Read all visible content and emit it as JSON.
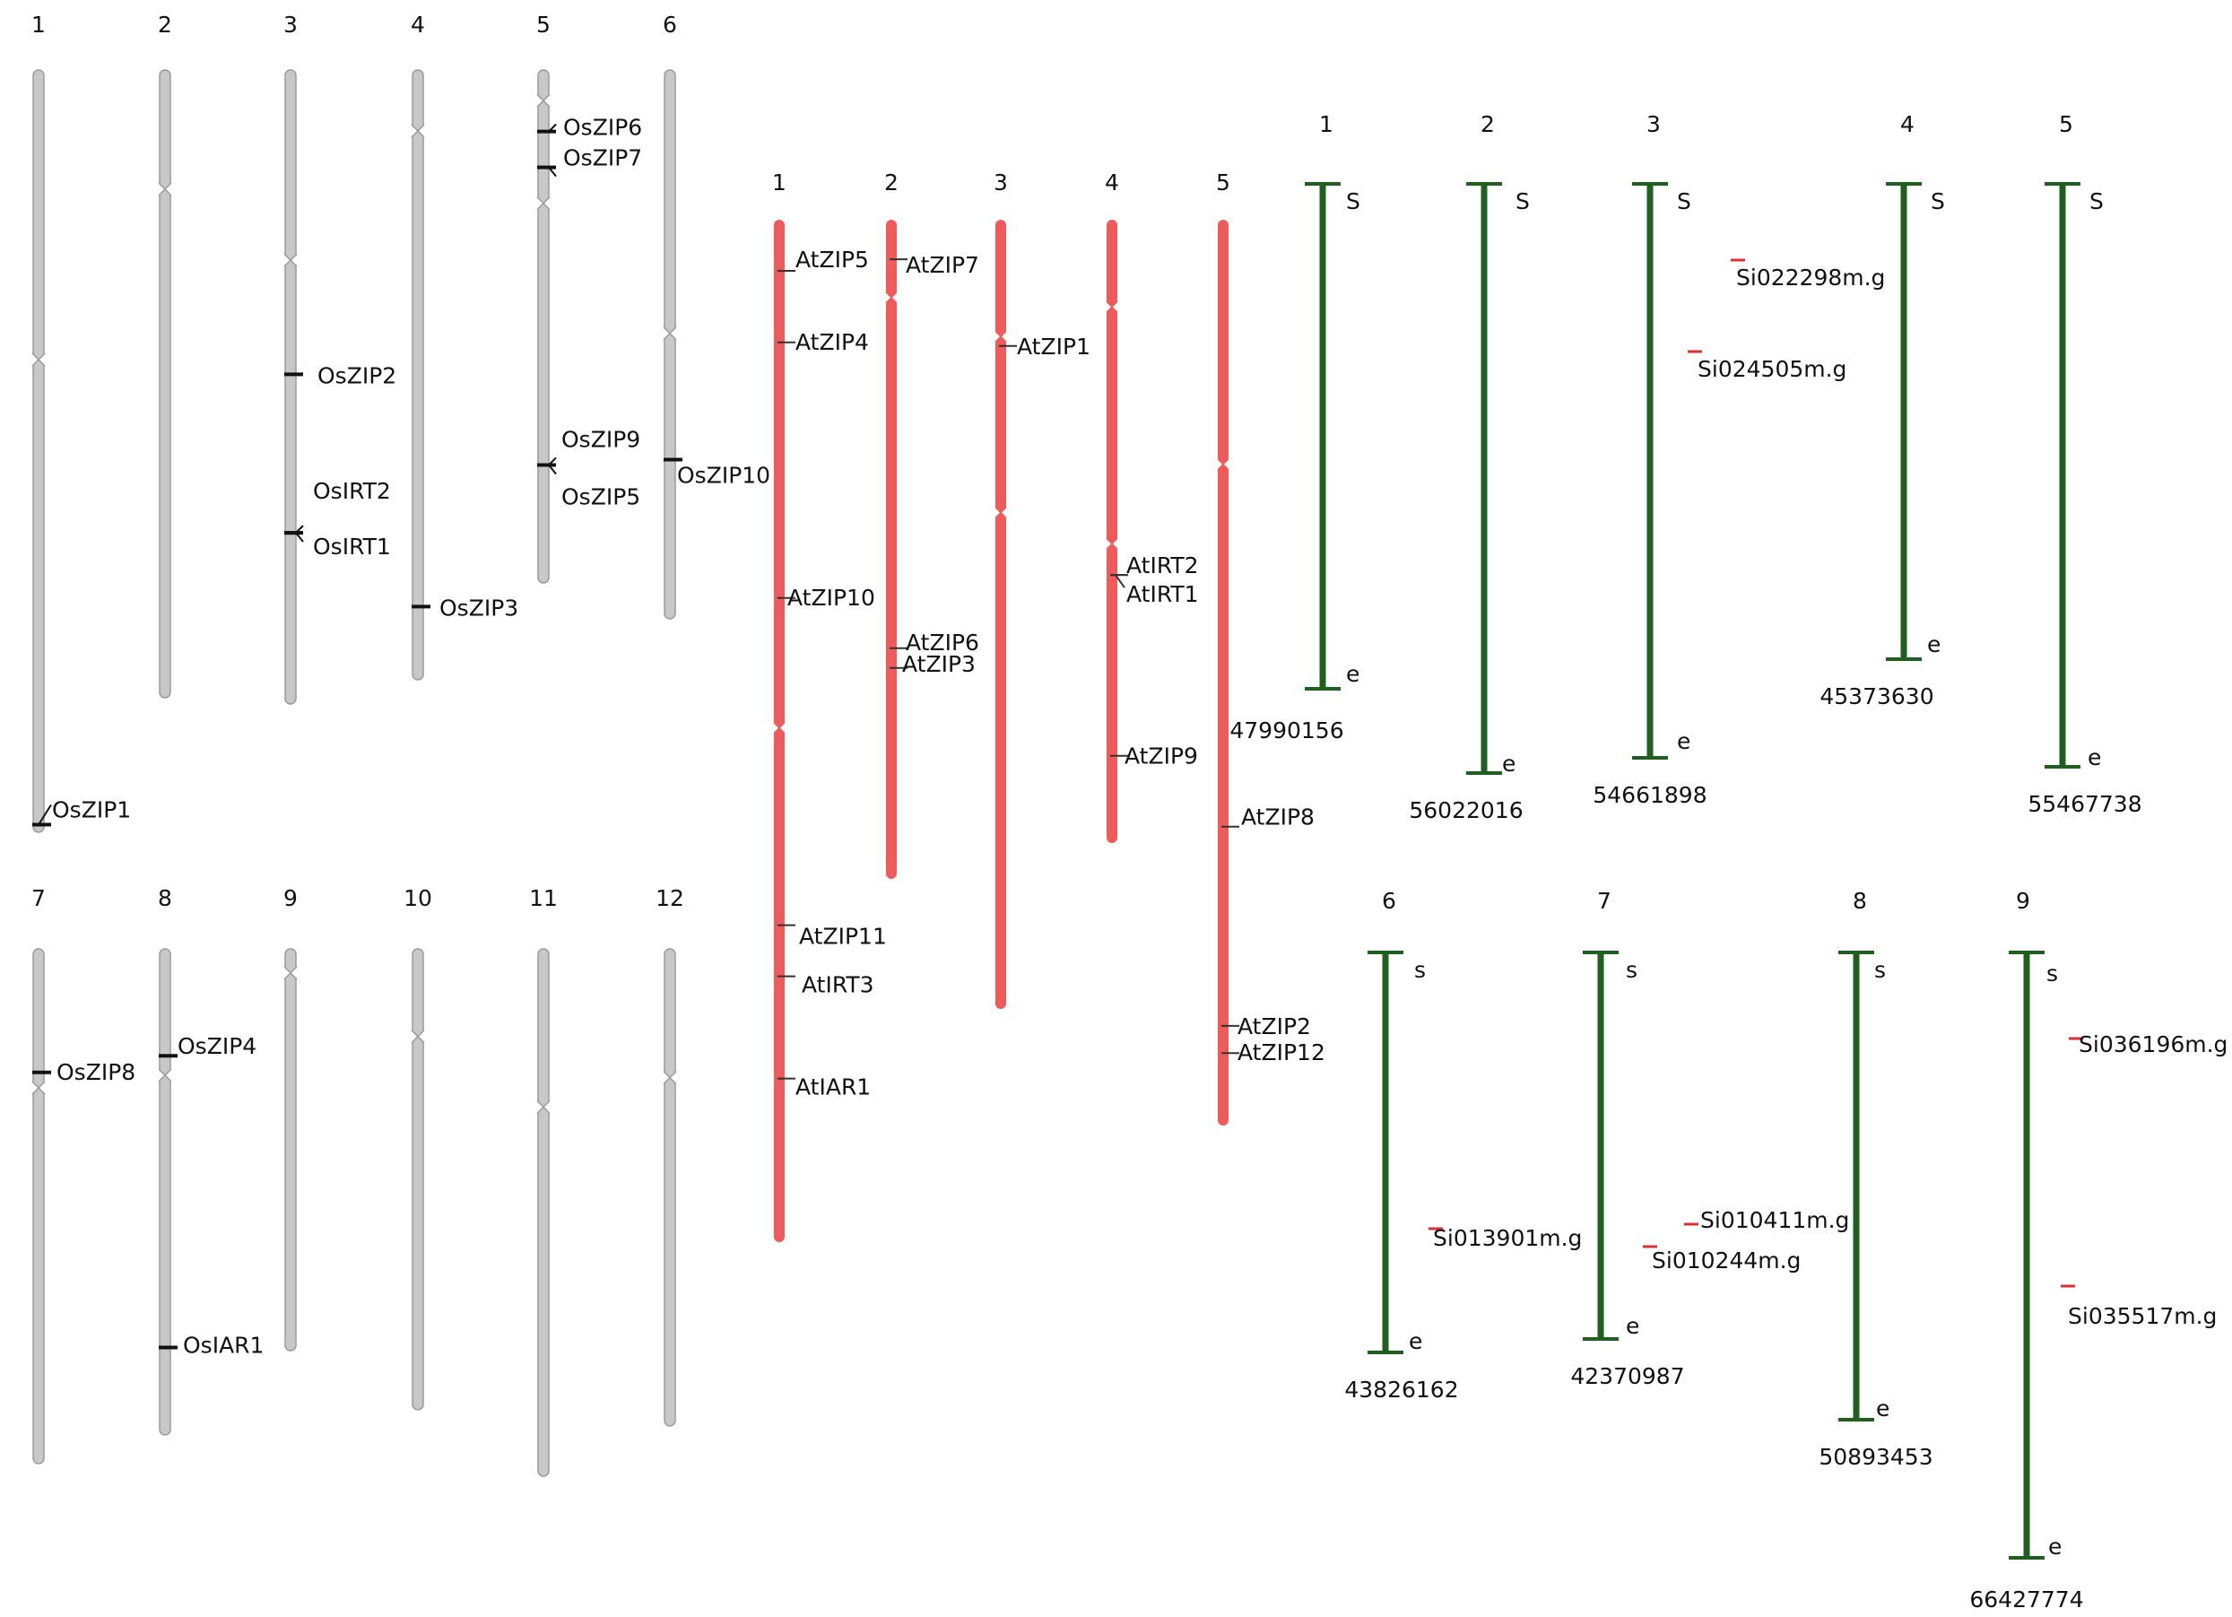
{
  "colors": {
    "rice_chromosome": "#c8c8c8",
    "rice_chromosome_edge": "#9a9a9a",
    "arabidopsis_chromosome": "#ef5a5a",
    "foxtail_chromosome": "#1f5f1f",
    "gene_marker_dark": "#111111",
    "gene_marker_red": "#d93030"
  },
  "rice": {
    "chromosomes": [
      {
        "label": "1",
        "genes": [
          {
            "name": "OsZIP1",
            "pos": 0.99
          }
        ]
      },
      {
        "label": "2",
        "genes": []
      },
      {
        "label": "3",
        "genes": [
          {
            "name": "OsZIP2",
            "pos": 0.48
          },
          {
            "name": "OsIRT2",
            "pos": 0.73
          },
          {
            "name": "OsIRT1",
            "pos": 0.73
          }
        ]
      },
      {
        "label": "4",
        "genes": [
          {
            "name": "OsZIP3",
            "pos": 0.88
          }
        ]
      },
      {
        "label": "5",
        "genes": [
          {
            "name": "OsZIP6",
            "pos": 0.12
          },
          {
            "name": "OsZIP7",
            "pos": 0.19
          },
          {
            "name": "OsZIP9",
            "pos": 0.77
          },
          {
            "name": "OsZIP5",
            "pos": 0.77
          }
        ]
      },
      {
        "label": "6",
        "genes": [
          {
            "name": "OsZIP10",
            "pos": 0.71
          }
        ]
      },
      {
        "label": "7",
        "genes": [
          {
            "name": "OsZIP8",
            "pos": 0.24
          }
        ]
      },
      {
        "label": "8",
        "genes": [
          {
            "name": "OsZIP4",
            "pos": 0.22
          },
          {
            "name": "OsIAR1",
            "pos": 0.82
          }
        ]
      },
      {
        "label": "9",
        "genes": []
      },
      {
        "label": "10",
        "genes": []
      },
      {
        "label": "11",
        "genes": []
      },
      {
        "label": "12",
        "genes": []
      }
    ]
  },
  "arabidopsis": {
    "chromosomes": [
      {
        "label": "1",
        "genes": [
          {
            "name": "AtZIP5",
            "pos": 0.05
          },
          {
            "name": "AtZIP4",
            "pos": 0.12
          },
          {
            "name": "AtZIP10",
            "pos": 0.37
          },
          {
            "name": "AtZIP11",
            "pos": 0.69
          },
          {
            "name": "AtIRT3",
            "pos": 0.74
          },
          {
            "name": "AtIAR1",
            "pos": 0.84
          }
        ]
      },
      {
        "label": "2",
        "genes": [
          {
            "name": "AtZIP7",
            "pos": 0.06
          },
          {
            "name": "AtZIP6",
            "pos": 0.65
          },
          {
            "name": "AtZIP3",
            "pos": 0.68
          }
        ]
      },
      {
        "label": "3",
        "genes": [
          {
            "name": "AtZIP1",
            "pos": 0.16
          }
        ]
      },
      {
        "label": "4",
        "genes": [
          {
            "name": "AtIRT2",
            "pos": 0.57
          },
          {
            "name": "AtIRT1",
            "pos": 0.57
          },
          {
            "name": "AtZIP9",
            "pos": 0.86
          }
        ]
      },
      {
        "label": "5",
        "genes": [
          {
            "name": "AtZIP8",
            "pos": 0.67
          },
          {
            "name": "AtZIP2",
            "pos": 0.89
          },
          {
            "name": "AtZIP12",
            "pos": 0.92
          }
        ]
      }
    ]
  },
  "foxtail": {
    "chromosomes": [
      {
        "label": "1",
        "start": "S",
        "end": "e",
        "length": "47990156",
        "genes": []
      },
      {
        "label": "2",
        "start": "S",
        "end": "e",
        "length": "56022016",
        "genes": []
      },
      {
        "label": "3",
        "start": "S",
        "end": "e",
        "length": "54661898",
        "genes": [
          {
            "name": "Si022298m.g"
          },
          {
            "name": "Si024505m.g"
          }
        ]
      },
      {
        "label": "4",
        "start": "S",
        "end": "e",
        "length": "45373630",
        "genes": []
      },
      {
        "label": "5",
        "start": "S",
        "end": "e",
        "length": "55467738",
        "genes": []
      },
      {
        "label": "6",
        "start": "s",
        "end": "e",
        "length": "43826162",
        "genes": [
          {
            "name": "Si013901m.g"
          }
        ]
      },
      {
        "label": "7",
        "start": "s",
        "end": "e",
        "length": "42370987",
        "genes": [
          {
            "name": "Si010411m.g"
          },
          {
            "name": "Si010244m.g"
          }
        ]
      },
      {
        "label": "8",
        "start": "s",
        "end": "e",
        "length": "50893453",
        "genes": []
      },
      {
        "label": "9",
        "start": "s",
        "end": "e",
        "length": "66427774",
        "genes": [
          {
            "name": "Si036196m.g"
          },
          {
            "name": "Si035517m.g"
          }
        ]
      }
    ]
  }
}
